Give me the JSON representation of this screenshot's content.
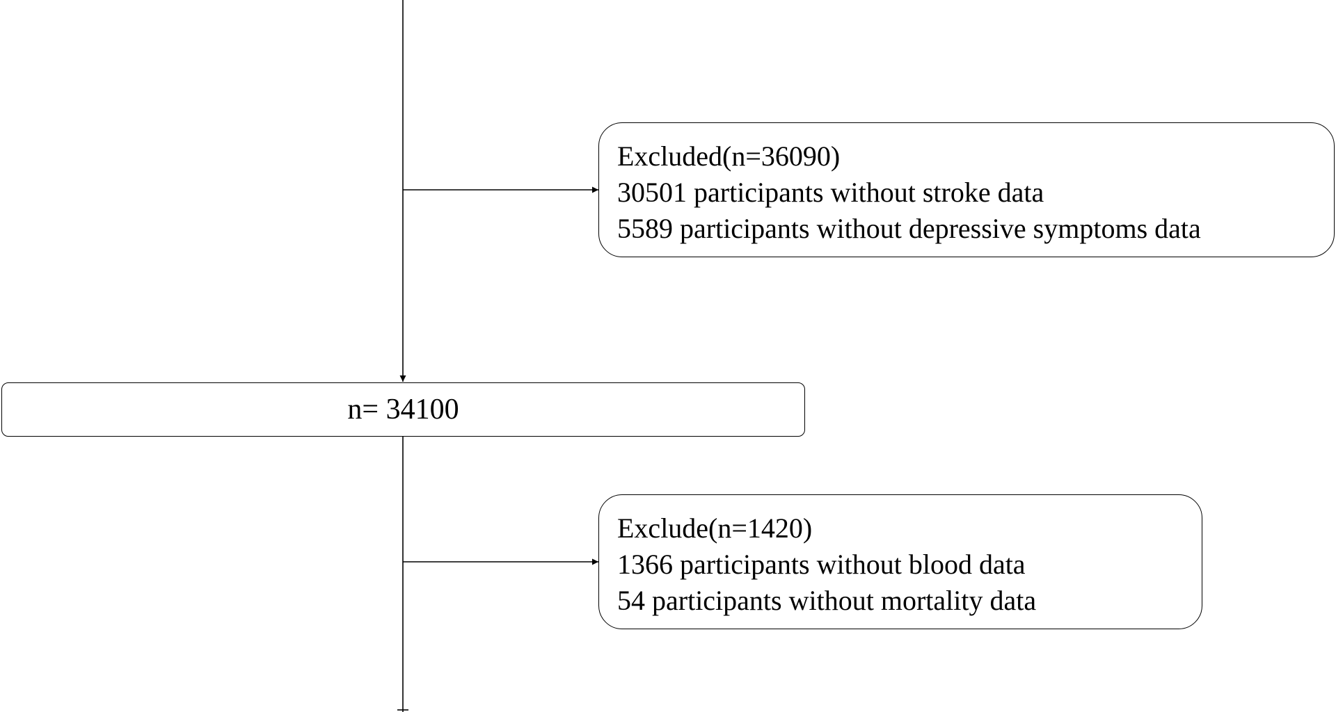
{
  "excluded_box_1": {
    "heading": "Excluded(n=36090)",
    "lines": [
      "30501 participants without stroke data",
      "5589 participants without depressive symptoms data"
    ]
  },
  "count_box": {
    "label": "n= 34100"
  },
  "excluded_box_2": {
    "heading": "Exclude(n=1420)",
    "lines": [
      "1366 participants without blood data",
      "54 participants without mortality data"
    ]
  }
}
